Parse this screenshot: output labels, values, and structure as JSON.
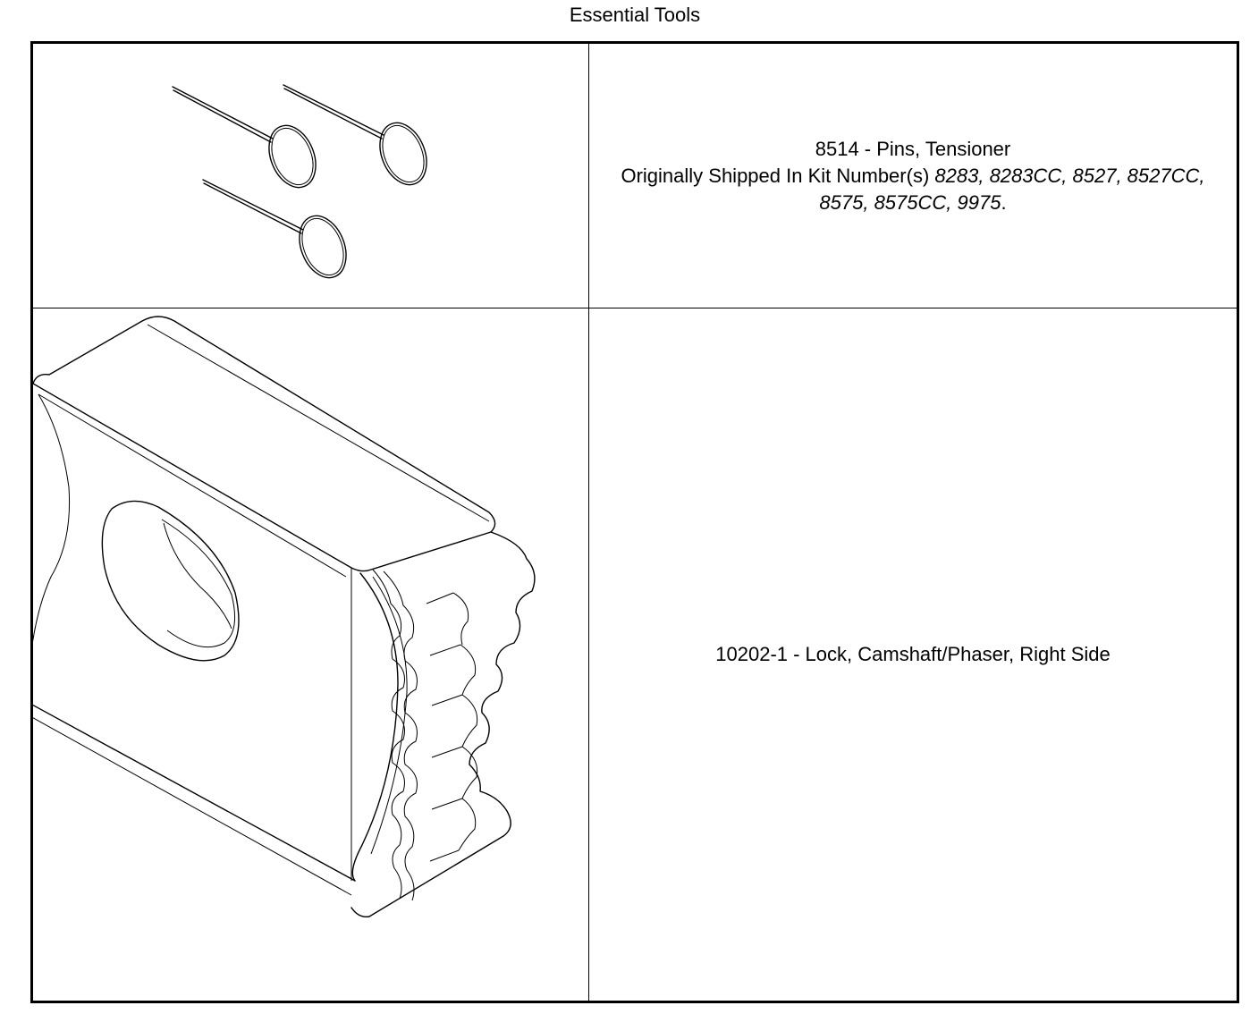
{
  "page": {
    "title": "Essential Tools"
  },
  "tools": [
    {
      "id_name": "8514 - Pins, Tensioner",
      "kit_prefix": "Originally Shipped In Kit Number(s)",
      "kit_numbers": "8283, 8283CC, 8527, 8527CC, 8575, 8575CC, 9975",
      "kit_suffix": ".",
      "illustration": "tensioner-pins-illustration"
    },
    {
      "id_name": "10202-1 - Lock, Camshaft/Phaser, Right Side",
      "illustration": "camshaft-lock-illustration"
    }
  ]
}
